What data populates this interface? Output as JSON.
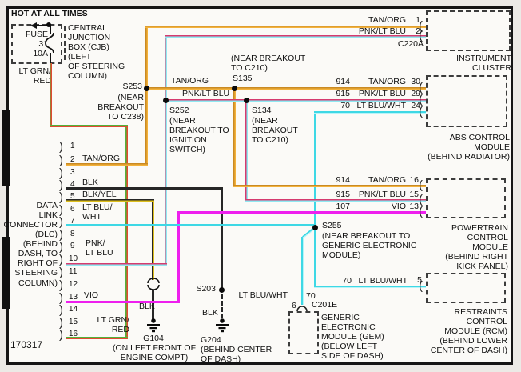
{
  "diagram_number": "170317",
  "power": {
    "hot_label": "HOT AT ALL TIMES",
    "fuse_label": "FUSE\n31\n10A",
    "cjb_label": "CENTRAL\nJUNCTION\nBOX (CJB)\n(LEFT\nOF STEERING\nCOLUMN)",
    "wire_label": "LT GRN/\nRED"
  },
  "buses": {
    "tan_org": "TAN/ORG",
    "pnk_lt_blu": "PNK/LT BLU"
  },
  "splices": {
    "s253": {
      "name": "S253",
      "loc": "(NEAR BREAKOUT\nTO C238)"
    },
    "s135": {
      "loc": "(NEAR BREAKOUT\nTO C210)",
      "name": "S135"
    },
    "s252": {
      "name": "S252",
      "loc": "(NEAR\nBREAKOUT TO\nIGNITION\nSWITCH)"
    },
    "s134": {
      "name": "S134",
      "loc": "(NEAR\nBREAKOUT\nTO C210)"
    },
    "s255": {
      "name": "S255",
      "loc": "(NEAR BREAKOUT TO\nGENERIC ELECTRONIC\nMODULE)"
    },
    "s203": {
      "name": "S203"
    }
  },
  "grounds": {
    "g104": {
      "wire": "BLK",
      "name": "G104",
      "loc": "(ON LEFT FRONT OF\nENGINE COMPT)"
    },
    "g204": {
      "wire": "BLK",
      "name": "G204",
      "loc": "(BEHIND CENTER\nOF DASH)"
    }
  },
  "dlc": {
    "label": "DATA\nLINK\nCONNECTOR\n(DLC)\n(BEHIND\nDASH, TO\nRIGHT OF\nSTEERING\nCOLUMN)",
    "pins": [
      "1",
      "2",
      "3",
      "4",
      "5",
      "6",
      "7",
      "8",
      "9",
      "10",
      "11",
      "12",
      "13",
      "14",
      "15",
      "16"
    ],
    "wires": {
      "pin2": "TAN/ORG",
      "pin4": "BLK",
      "pin5": "BLK/YEL",
      "pin6_7": "LT BLU/\nWHT",
      "pin9_10": "PNK/\nLT BLU",
      "pin13": "VIO",
      "pin16": "LT GRN/\nRED"
    }
  },
  "instrument_cluster": {
    "title": "INSTRUMENT\nCLUSTER",
    "connector": "C220A",
    "rows": [
      {
        "color": "TAN/ORG",
        "pin": "1"
      },
      {
        "color": "PNK/LT BLU",
        "pin": "2"
      }
    ]
  },
  "abs_module": {
    "title": "ABS CONTROL\nMODULE\n(BEHIND RADIATOR)",
    "rows": [
      {
        "num": "914",
        "color": "TAN/ORG",
        "pin": "30"
      },
      {
        "num": "915",
        "color": "PNK/LT BLU",
        "pin": "29"
      },
      {
        "num": "70",
        "color": "LT BLU/WHT",
        "pin": "24"
      }
    ]
  },
  "pcm": {
    "title": "POWERTRAIN\nCONTROL\nMODULE\n(BEHIND RIGHT\nKICK PANEL)",
    "rows": [
      {
        "num": "914",
        "color": "TAN/ORG",
        "pin": "16"
      },
      {
        "num": "915",
        "color": "PNK/LT BLU",
        "pin": "15"
      },
      {
        "num": "107",
        "color": "VIO",
        "pin": "13"
      }
    ]
  },
  "rcm": {
    "title": "RESTRAINTS\nCONTROL\nMODULE (RCM)\n(BEHIND LOWER\nCENTER OF DASH)",
    "rows": [
      {
        "num": "70",
        "color": "LT BLU/WHT",
        "pin": "5"
      }
    ]
  },
  "gem": {
    "title": "GENERIC\nELECTRONIC\nMODULE (GEM)\n(BELOW LEFT\nSIDE OF DASH)",
    "wire": "LT BLU/WHT",
    "num": "70",
    "pin": "6",
    "connector": "C201E"
  },
  "colors": {
    "tan_org": "#e3992b",
    "pnk_lt_blu": "#d43a6c",
    "lt_blu_wht": "#45dce8",
    "vio": "#ee22ee",
    "blk": "#262626",
    "blk_yel": "#ddbf1e",
    "lt_grn_red": "#57b23b"
  }
}
